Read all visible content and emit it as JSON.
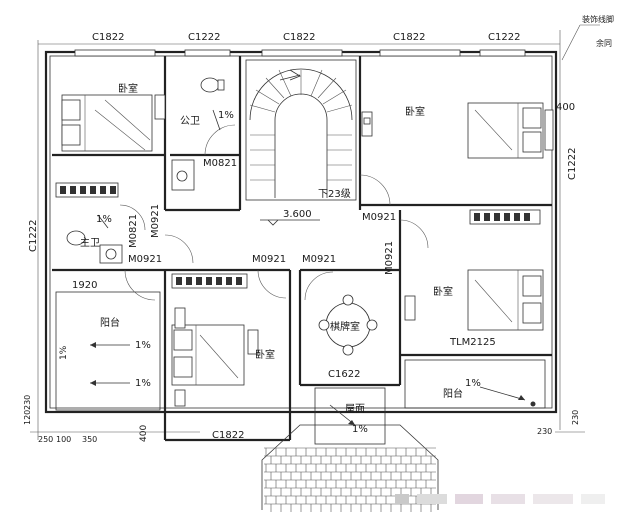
{
  "windows": {
    "top": [
      "C1822",
      "C1222",
      "C1822",
      "C1822",
      "C1222"
    ],
    "left": "C1222",
    "right": "C1222",
    "bottom": "C1822",
    "balcony": "TLM2125",
    "mahjong": "C1622"
  },
  "doors": {
    "bath_public": "M0821",
    "bath_master_v": "M0821",
    "master_bedroom": "M0921",
    "upper_left_bedroom_v": "M0921",
    "right_upper": "M0921",
    "lower_left": "M0921",
    "mahjong": "M0921",
    "right_lower_v": "M0921"
  },
  "rooms": {
    "bedroom": "卧室",
    "public_bath": "公卫",
    "master_bath": "主卫",
    "balcony": "阳台",
    "mahjong": "棋牌室",
    "roof": "屋面"
  },
  "stair_label": "下23级",
  "elevation": "3.600",
  "dims": {
    "d1920": "1920",
    "d400_right": "400",
    "d400_bottom": "400",
    "d230_left": "230",
    "d120": "120",
    "d250": "250",
    "d100": "100",
    "d350": "350",
    "d230_right": "230",
    "d230_right2": "230"
  },
  "slopes": {
    "s1": "1%",
    "s2": "1%",
    "s3": "1%",
    "s4": "1%",
    "s5": "1%",
    "s6": "1%",
    "s7": "1%"
  },
  "legend_note": "装饰线脚\n余同"
}
